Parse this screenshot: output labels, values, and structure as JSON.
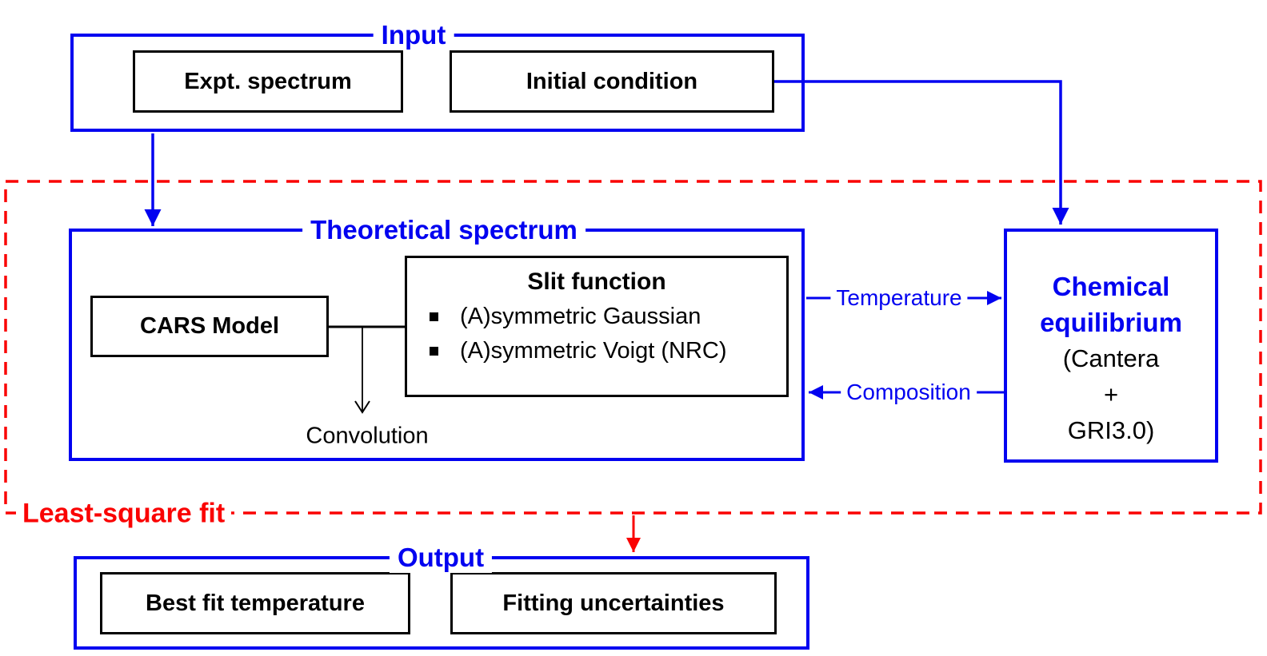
{
  "diagram": {
    "input": {
      "label": "Input",
      "items": [
        "Expt. spectrum",
        "Initial condition"
      ]
    },
    "theoretical": {
      "label": "Theoretical spectrum",
      "cars_model": "CARS Model",
      "slit": {
        "title": "Slit function",
        "items": [
          "(A)symmetric Gaussian",
          "(A)symmetric Voigt (NRC)"
        ]
      },
      "convolution": "Convolution"
    },
    "chemical": {
      "title": [
        "Chemical",
        "equilibrium"
      ],
      "subtitle": [
        "(Cantera",
        "+",
        "GRI3.0)"
      ]
    },
    "connectors": {
      "temperature": "Temperature",
      "composition": "Composition"
    },
    "least_square": {
      "label": "Least-square fit"
    },
    "output": {
      "label": "Output",
      "items": [
        "Best fit temperature",
        "Fitting uncertainties"
      ]
    },
    "colors": {
      "blue": "#0202f0",
      "red": "#fa0303",
      "black": "#000000"
    }
  }
}
